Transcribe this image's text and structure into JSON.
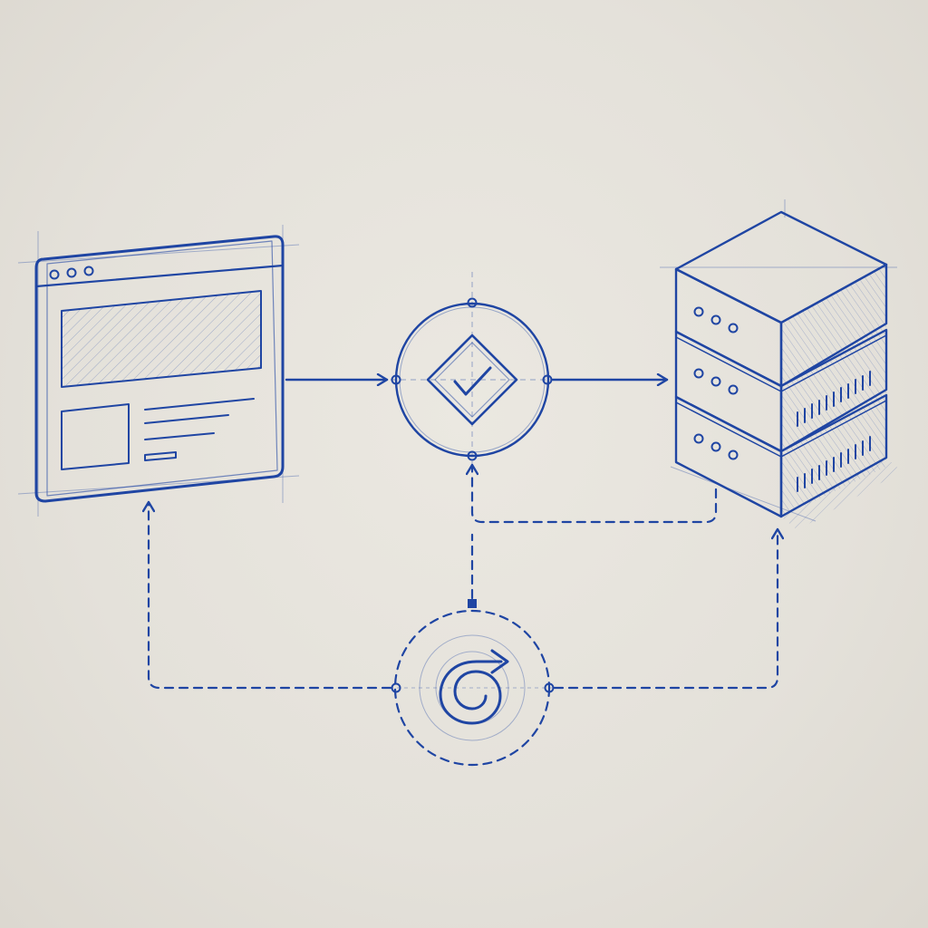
{
  "colors": {
    "paper": "#e5e2db",
    "ink": "#1f45a3"
  },
  "nodes": [
    {
      "id": "browser",
      "icon": "browser-window-icon"
    },
    {
      "id": "validation",
      "icon": "diamond-checkmark-icon"
    },
    {
      "id": "database",
      "icon": "server-stack-icon"
    },
    {
      "id": "sync",
      "icon": "refresh-cycle-icon"
    }
  ],
  "edges": [
    {
      "from": "browser",
      "to": "validation",
      "style": "solid"
    },
    {
      "from": "validation",
      "to": "database",
      "style": "solid"
    },
    {
      "from": "database",
      "to": "validation",
      "style": "dashed"
    },
    {
      "from": "sync",
      "to": "browser",
      "style": "dashed"
    },
    {
      "from": "sync",
      "to": "database",
      "style": "dashed"
    },
    {
      "from": "sync",
      "to": "validation",
      "style": "dashed"
    }
  ]
}
